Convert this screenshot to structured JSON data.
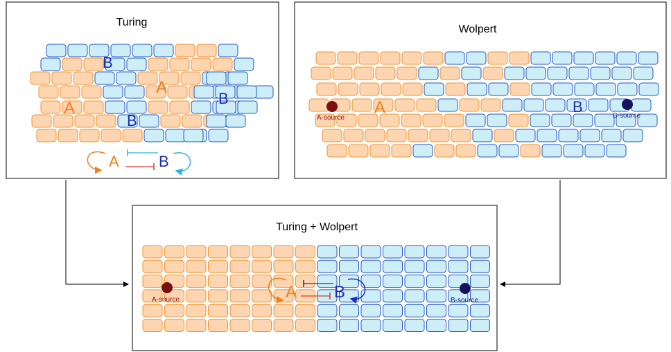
{
  "panels": {
    "turing": {
      "title": "Turing"
    },
    "wolpert": {
      "title": "Wolpert"
    },
    "combined": {
      "title": "Turing + Wolpert"
    }
  },
  "labels": {
    "a": "A",
    "b": "B",
    "a_source": "A-source",
    "b_source": "B-source"
  },
  "colors": {
    "orange_fill": "#fdd5b1",
    "orange_stroke": "#f0922e",
    "blue_fill": "#cdeef7",
    "blue_stroke": "#2455c6",
    "orange_text": "#f07f1c",
    "blue_text": "#1a2fb5",
    "a_source_dot": "#7a0f0f",
    "b_source_dot": "#14145e",
    "inhibit_cyan": "#2bb3d9",
    "inhibit_red": "#d8392b"
  }
}
